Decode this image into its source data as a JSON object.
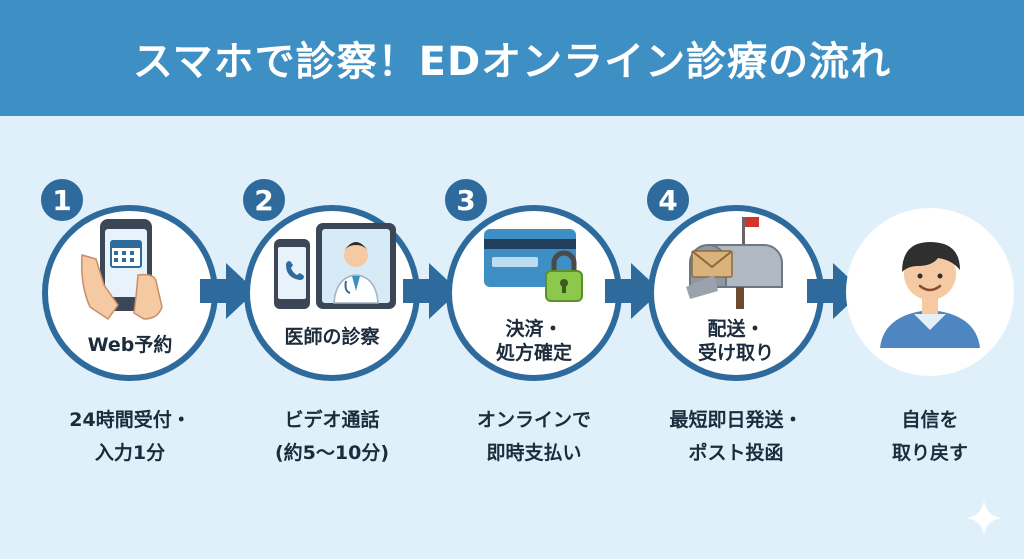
{
  "title": "スマホで診察！EDオンライン診療の流れ",
  "steps": [
    {
      "number": "1",
      "label_lines": [
        "Web予約"
      ],
      "caption_lines": [
        "24時間受付・",
        "入力1分"
      ]
    },
    {
      "number": "2",
      "label_lines": [
        "医師の診察"
      ],
      "caption_lines": [
        "ビデオ通話",
        "(約5〜10分)"
      ]
    },
    {
      "number": "3",
      "label_lines": [
        "決済・",
        "処方確定"
      ],
      "caption_lines": [
        "オンラインで",
        "即時支払い"
      ]
    },
    {
      "number": "4",
      "label_lines": [
        "配送・",
        "受け取り"
      ],
      "caption_lines": [
        "最短即日発送・",
        "ポスト投函"
      ]
    }
  ],
  "final": {
    "caption_lines": [
      "自信を",
      "取り戻す"
    ]
  },
  "icons": [
    "smartphone-calendar-icon",
    "tablet-doctor-icon",
    "credit-card-lock-icon",
    "mailbox-icon",
    "man-avatar-icon"
  ],
  "colors": {
    "header": "#3d8fc4",
    "background": "#dff0fa",
    "accent": "#2e6b9c"
  }
}
